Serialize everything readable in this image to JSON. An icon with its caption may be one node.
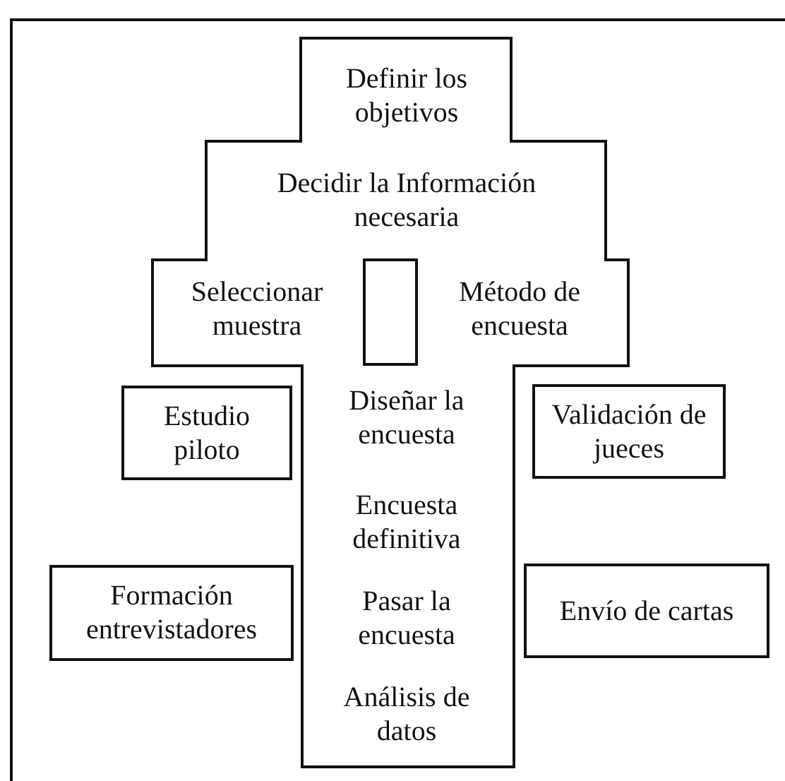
{
  "diagram": {
    "nodes": [
      {
        "text": [
          "Definir los objetivos",
          "Decidir la Información necesaria",
          "Seleccionar muestra",
          "Método de encuesta",
          "Diseñar la encuesta",
          "Encuesta definitiva",
          "Pasar la encuesta",
          "Análisis de datos"
        ]
      },
      {
        "text": [],
        "shape": "box",
        "in": 0
      },
      {
        "text": [
          "Estudio piloto"
        ]
      },
      {
        "text": [
          "Validación de jueces"
        ]
      },
      {
        "text": [
          "Formación entrevistadores"
        ]
      },
      {
        "text": [
          "Envío de cartas"
        ]
      }
    ]
  }
}
